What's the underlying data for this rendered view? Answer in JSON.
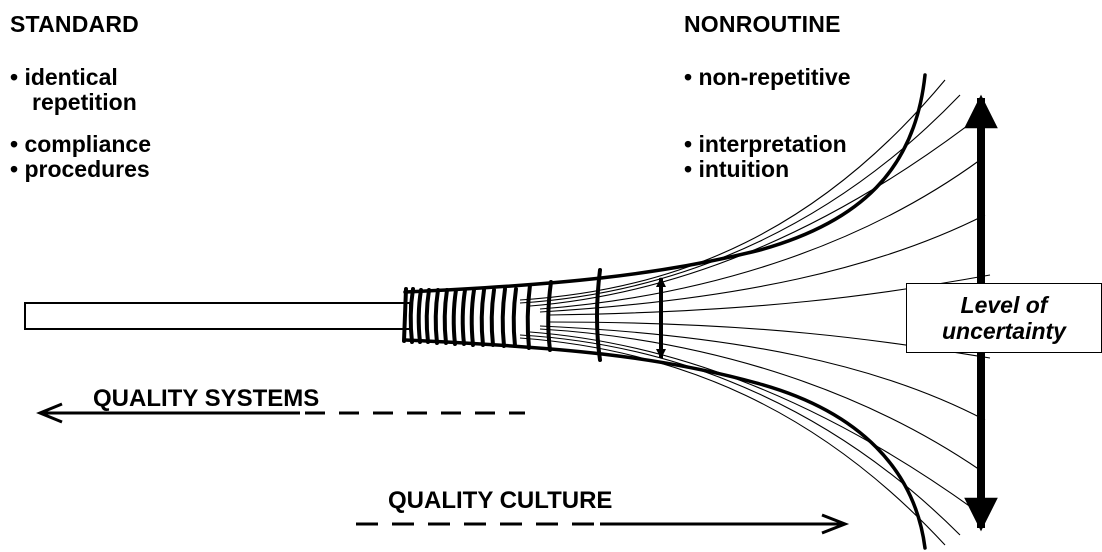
{
  "left_column": {
    "heading": "STANDARD",
    "bullets": [
      "identical",
      "repetition",
      "compliance",
      "procedures"
    ]
  },
  "right_column": {
    "heading": "NONROUTINE",
    "bullets": [
      "non-repetitive",
      "interpretation",
      "intuition"
    ]
  },
  "bullet_glyph": "•",
  "uncertainty_label": {
    "line1": "Level of",
    "line2": "uncertainty"
  },
  "bottom_labels": {
    "quality_systems": "QUALITY SYSTEMS",
    "quality_culture": "QUALITY CULTURE"
  }
}
